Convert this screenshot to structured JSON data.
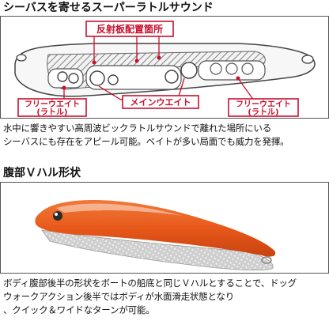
{
  "section1": {
    "title": "シーバスを寄せるスーパーラトルサウンド",
    "diagram": {
      "top_label": "反射板配置箇所",
      "left_label_line1": "フリーウエイト",
      "left_label_line2": "(ラトル)",
      "center_label": "メインウエイト",
      "right_label_line1": "フリーウエイト",
      "right_label_line2": "(ラトル)"
    },
    "description": [
      "水中に響きやすい高周波ビックラトルサウンドで離れた場所にいる",
      "シーバスにも存在をアピール可能。ベイトが多い局面でも威力を発揮。"
    ]
  },
  "section2": {
    "title": "腹部Ｖハル形状",
    "description": [
      "ボディ腹部後半の形状をボートの船底と同じＶハルとすることで、ドッグ",
      "ウォークアクション後半ではボディが水面滑走状態となり",
      "、クイック＆ワイドなターンが可能。"
    ]
  },
  "colors": {
    "accent": "#c8102e",
    "lure_orange": "#e8581a",
    "frame": "#555555"
  }
}
